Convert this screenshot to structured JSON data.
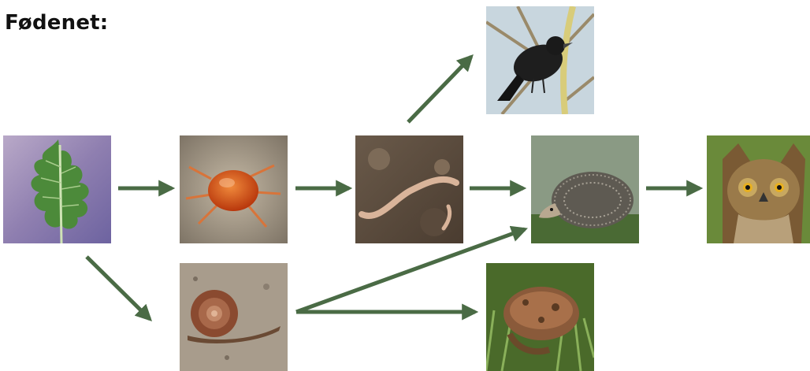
{
  "title": "Fødenet:",
  "arrow_color": "#4a6b45",
  "organisms": [
    {
      "id": "leaf",
      "icon": "oak-leaf"
    },
    {
      "id": "mite",
      "icon": "red-mite"
    },
    {
      "id": "worm",
      "icon": "earthworm"
    },
    {
      "id": "hedgehog",
      "icon": "hedgehog"
    },
    {
      "id": "owl",
      "icon": "owl"
    },
    {
      "id": "bird",
      "icon": "blackbird"
    },
    {
      "id": "snail",
      "icon": "snail"
    },
    {
      "id": "frog",
      "icon": "frog"
    }
  ],
  "links": [
    {
      "from": "leaf",
      "to": "mite"
    },
    {
      "from": "mite",
      "to": "worm"
    },
    {
      "from": "worm",
      "to": "hedgehog"
    },
    {
      "from": "hedgehog",
      "to": "owl"
    },
    {
      "from": "worm",
      "to": "bird"
    },
    {
      "from": "leaf",
      "to": "snail"
    },
    {
      "from": "snail",
      "to": "hedgehog"
    },
    {
      "from": "snail",
      "to": "frog"
    }
  ]
}
